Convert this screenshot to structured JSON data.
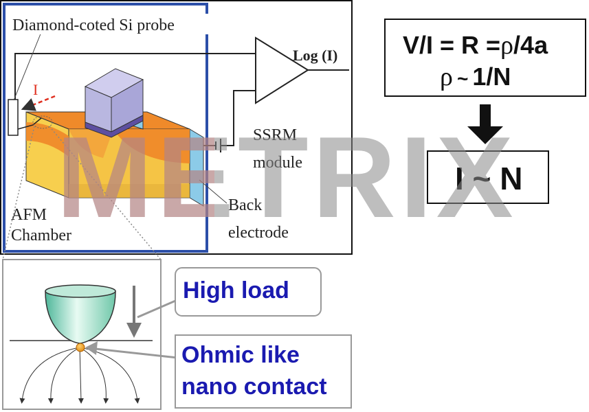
{
  "ssrm": {
    "probe_label": "Diamond-coted Si probe",
    "current_label": "I",
    "log_label": "Log (I)",
    "module_line1": "SSRM",
    "module_line2": "module",
    "back_line1": "Back",
    "back_line2": "electrode",
    "chamber_line1": "AFM",
    "chamber_line2": "Chamber"
  },
  "formula": {
    "line1_prefix": "V/I = R =",
    "rho": "ρ",
    "line1_suffix": "/4a",
    "line2_rho": "ρ",
    "line2_tilde": "~",
    "line2_rest": "1/N",
    "result": "I ~ N"
  },
  "contact": {
    "high_load": "High load",
    "ohmic_line1": "Ohmic like",
    "ohmic_line2": "nano contact"
  },
  "watermark": "METRIX",
  "colors": {
    "chamber_border": "#2c4fa8",
    "label_blue": "#1a1ab0",
    "orange": "#ef8a2a",
    "yellow": "#f7cf4e",
    "lavender": "#b9b7e0",
    "tip_green": "#7fd3b4",
    "watermark_gray": "#8a8a8a",
    "watermark_red": "#e08080"
  }
}
